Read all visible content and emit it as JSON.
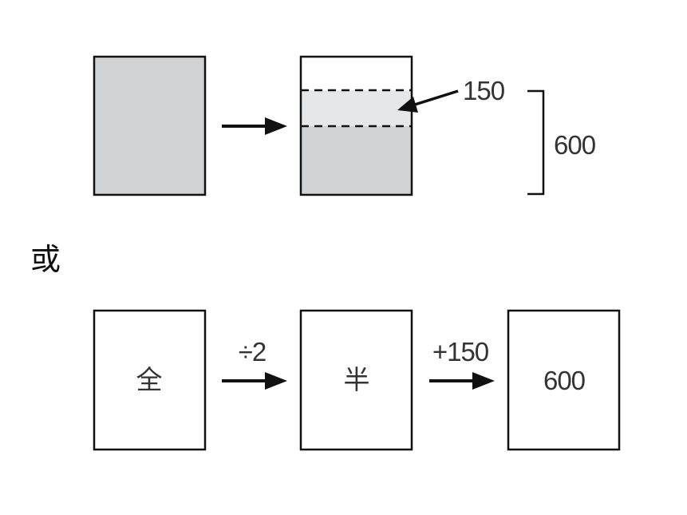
{
  "colors": {
    "stroke": "#111111",
    "fill_full": "#d1d2d4",
    "fill_portion": "#e6e7e8",
    "text": "#333333"
  },
  "top": {
    "portion_label": "150",
    "total_label": "600"
  },
  "separator": "或",
  "bottom": {
    "box1_label": "全",
    "op1_label": "÷2",
    "box2_label": "半",
    "op2_label": "+150",
    "box3_label": "600"
  }
}
